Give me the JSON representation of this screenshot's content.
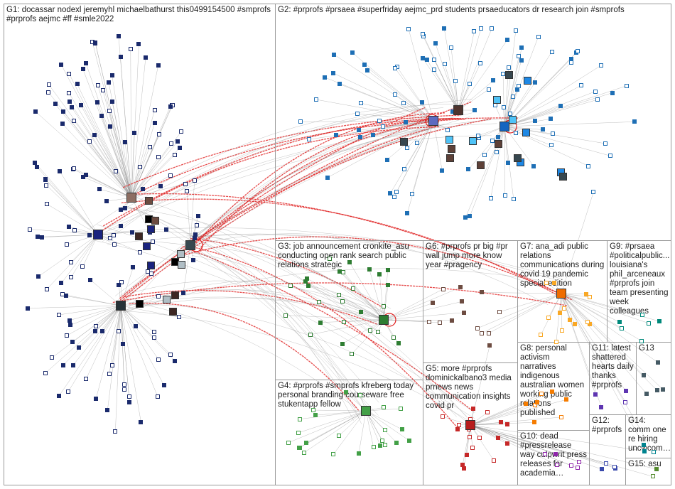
{
  "graph": {
    "background": "#ffffff",
    "edge_color": "#8a8a8a",
    "highlight_edge_color": "#e02020",
    "groups": [
      {
        "id": "G1",
        "title": "G1: docassar nodexl jeremyhl michaelbathurst this0499154500 #smprofs #prprofs aejmc #ff #smle2022",
        "node_color": "#1a2a6c"
      },
      {
        "id": "G2",
        "title": "G2: #prprofs #prsaea #superfriday aejmc_prd students prsaeducators dr research join #smprofs",
        "node_color": "#1e6fb5"
      },
      {
        "id": "G3",
        "title": "G3: job announcement cronkite_asu conducting open rank search public relations strategic",
        "node_color": "#2e7d32"
      },
      {
        "id": "G4",
        "title": "G4: #prprofs #smprofs kfreberg today personal branding courseware free stukentapp fellow",
        "node_color": "#43a047"
      },
      {
        "id": "G5",
        "title": "G5: more #prprofs dominickalbano3 media prnews news communication insights covid pr",
        "node_color": "#c62828"
      },
      {
        "id": "G6",
        "title": "G6: #prprofs pr big #pr wall jump more know year #pragency",
        "node_color": "#6d4c41"
      },
      {
        "id": "G7",
        "title": "G7: ana_adi public relations communications during covid 19 pandemic special edition",
        "node_color": "#f9a825"
      },
      {
        "id": "G8",
        "title": "G8: personal activism narratives indigenous australian women working public relations published",
        "node_color": "#f57c00"
      },
      {
        "id": "G9",
        "title": "G9: #prsaea #politicalpublic... louisiana's phil_arceneaux #prprofs join team presenting week colleagues",
        "node_color": "#00897b"
      },
      {
        "id": "G10",
        "title": "G10: dead #pressrelease way culpwrit press releases far academia…",
        "node_color": "#8e24aa"
      },
      {
        "id": "G11",
        "title": "G11: latest shattered hearts daily thanks #prprofs",
        "node_color": "#5e35b1"
      },
      {
        "id": "G12",
        "title": "G12: #prprofs",
        "node_color": "#3949ab"
      },
      {
        "id": "G13",
        "title": "G13",
        "node_color": "#455a64"
      },
      {
        "id": "G14",
        "title": "G14: comm one re hiring uncwcom…",
        "node_color": "#00838f"
      },
      {
        "id": "G15",
        "title": "G15: asu",
        "node_color": "#558b2f"
      }
    ]
  }
}
